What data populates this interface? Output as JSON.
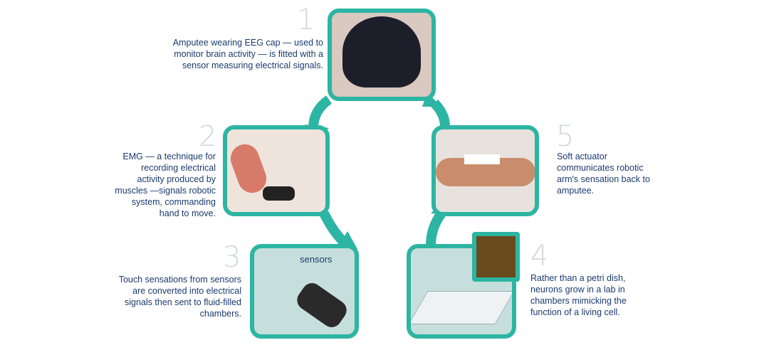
{
  "steps": [
    {
      "number": "1",
      "text": "Amputee wearing EEG cap — used to monitor brain activity — is fitted with a sensor measuring electrical signals."
    },
    {
      "number": "2",
      "text": "EMG — a technique for recording electrical activity produced by muscles —signals robotic system, commanding hand to move."
    },
    {
      "number": "3",
      "text": "Touch sensations from sensors are converted into electrical signals then sent to fluid-filled chambers.",
      "image_label": "sensors"
    },
    {
      "number": "4",
      "text": "Rather than a petri dish, neurons grow in a lab in chambers mimicking the function of a living cell."
    },
    {
      "number": "5",
      "text": "Soft actuator communicates robotic arm's sensation back to amputee."
    }
  ],
  "colors": {
    "accent": "#2db5a3",
    "panel": "#c6dfdc",
    "text": "#1b3b6e",
    "number": "#d3d7da"
  }
}
